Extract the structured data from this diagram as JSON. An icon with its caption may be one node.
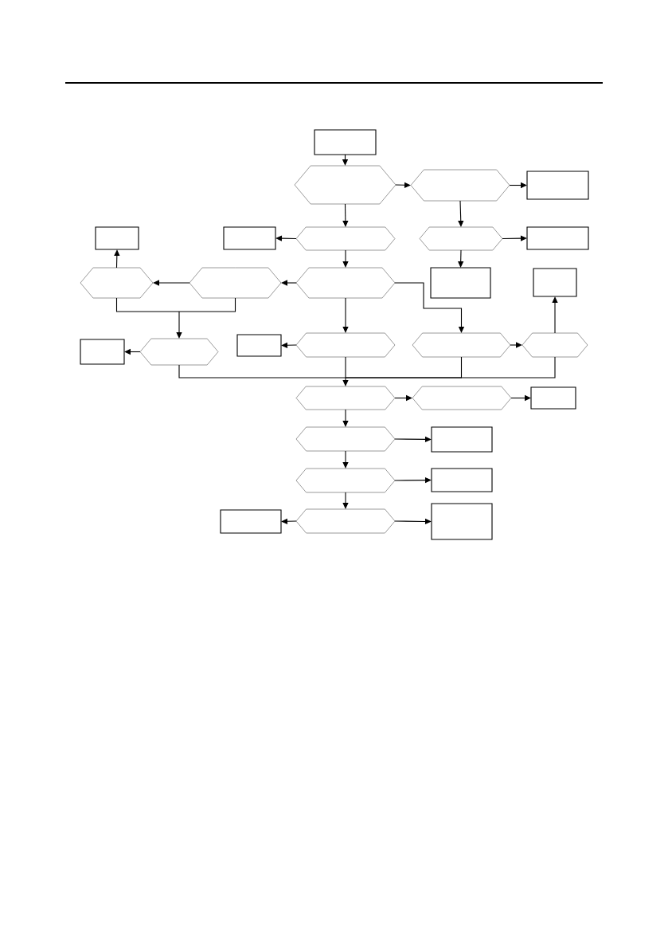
{
  "diagram": {
    "nodes": [
      {
        "text": [],
        "shape": "box"
      },
      {
        "text": [],
        "shape": "hexagon"
      },
      {
        "text": [],
        "shape": "hexagon"
      },
      {
        "text": [],
        "shape": "box"
      },
      {
        "text": [],
        "shape": "box"
      },
      {
        "text": [],
        "shape": "box"
      },
      {
        "text": [],
        "shape": "hexagon"
      },
      {
        "text": [],
        "shape": "hexagon"
      },
      {
        "text": [],
        "shape": "box"
      },
      {
        "text": [],
        "shape": "hexagon"
      },
      {
        "text": [],
        "shape": "hexagon"
      },
      {
        "text": [],
        "shape": "hexagon"
      },
      {
        "text": [],
        "shape": "box"
      },
      {
        "text": [],
        "shape": "box"
      },
      {
        "text": [],
        "shape": "box"
      },
      {
        "text": [],
        "shape": "hexagon"
      },
      {
        "text": [],
        "shape": "box"
      },
      {
        "text": [],
        "shape": "hexagon"
      },
      {
        "text": [],
        "shape": "hexagon"
      },
      {
        "text": [],
        "shape": "hexagon"
      },
      {
        "text": [],
        "shape": "hexagon"
      },
      {
        "text": [],
        "shape": "hexagon"
      },
      {
        "text": [],
        "shape": "box"
      },
      {
        "text": [],
        "shape": "hexagon"
      },
      {
        "text": [],
        "shape": "box"
      },
      {
        "text": [],
        "shape": "hexagon"
      },
      {
        "text": [],
        "shape": "box"
      },
      {
        "text": [],
        "shape": "box"
      },
      {
        "text": [],
        "shape": "hexagon"
      },
      {
        "text": [],
        "shape": "box"
      }
    ],
    "edges": [
      {
        "from": 0,
        "to": 1,
        "arrow": "to"
      },
      {
        "from": 1,
        "to": 2,
        "arrow": "to"
      },
      {
        "from": 2,
        "to": 3,
        "arrow": "to"
      },
      {
        "from": 1,
        "to": 6,
        "arrow": "to"
      },
      {
        "from": 2,
        "to": 7,
        "arrow": "to"
      },
      {
        "from": 6,
        "to": 5,
        "arrow": "to"
      },
      {
        "from": 7,
        "to": 8,
        "arrow": "to"
      },
      {
        "from": 6,
        "to": 11,
        "arrow": "to"
      },
      {
        "from": 7,
        "to": 12,
        "arrow": "to"
      },
      {
        "from": 11,
        "to": 10,
        "arrow": "to"
      },
      {
        "from": 10,
        "to": 9,
        "arrow": "to"
      },
      {
        "from": 9,
        "to": 4,
        "arrow": "to"
      },
      {
        "from": 9,
        "to": 15,
        "arrow": "to"
      },
      {
        "from": 10,
        "to": 15,
        "arrow": "to"
      },
      {
        "from": 11,
        "to": 18,
        "arrow": "to"
      },
      {
        "from": 11,
        "to": 17,
        "arrow": "to"
      },
      {
        "from": 15,
        "to": 14,
        "arrow": "to"
      },
      {
        "from": 17,
        "to": 16,
        "arrow": "to"
      },
      {
        "from": 18,
        "to": 19,
        "arrow": "to"
      },
      {
        "from": 19,
        "to": 13,
        "arrow": "to"
      },
      {
        "from": 15,
        "to": 20,
        "arrow": "to"
      },
      {
        "from": 17,
        "to": 20,
        "arrow": "to"
      },
      {
        "from": 18,
        "to": 20,
        "arrow": "to"
      },
      {
        "from": 19,
        "to": 20,
        "arrow": "to"
      },
      {
        "from": 20,
        "to": 21,
        "arrow": "to"
      },
      {
        "from": 21,
        "to": 22,
        "arrow": "to"
      },
      {
        "from": 20,
        "to": 23,
        "arrow": "to"
      },
      {
        "from": 23,
        "to": 24,
        "arrow": "to"
      },
      {
        "from": 23,
        "to": 25,
        "arrow": "to"
      },
      {
        "from": 25,
        "to": 26,
        "arrow": "to"
      },
      {
        "from": 25,
        "to": 28,
        "arrow": "to"
      },
      {
        "from": 28,
        "to": 27,
        "arrow": "to"
      },
      {
        "from": 28,
        "to": 29,
        "arrow": "to"
      }
    ]
  }
}
